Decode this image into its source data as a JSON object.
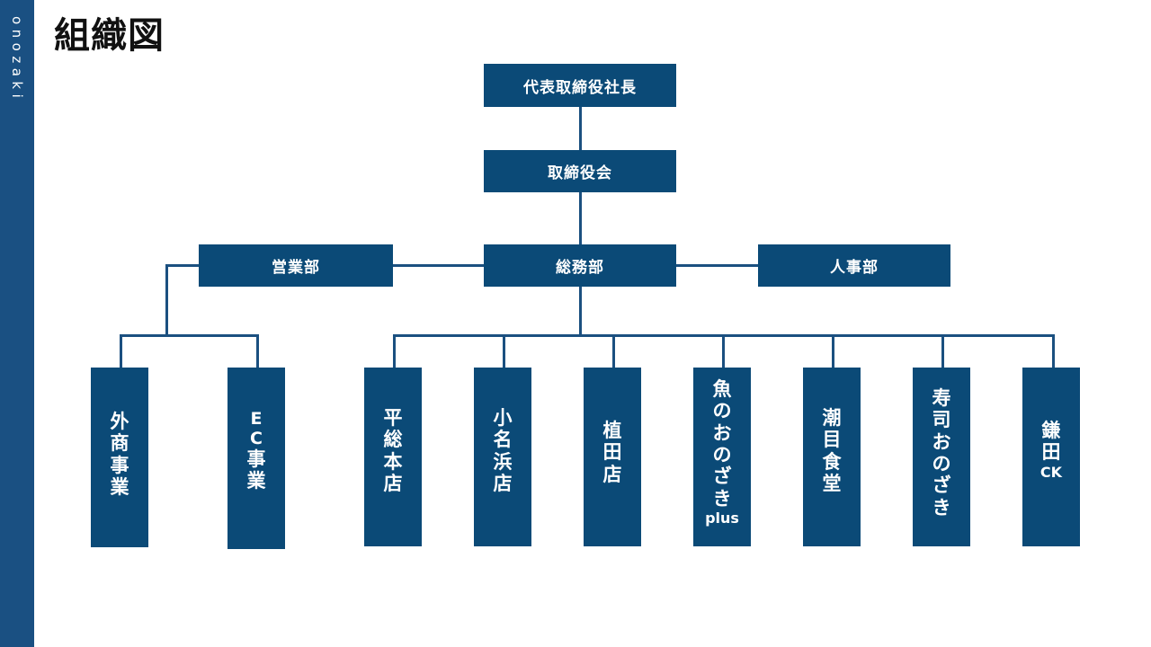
{
  "brand": {
    "rail_text": "onozaki"
  },
  "page": {
    "title": "組織図"
  },
  "colors": {
    "node_fill": "#0b4a77",
    "rail_fill": "#1a5082",
    "connector": "#1b5080",
    "node_text": "#ffffff",
    "title_text": "#111111",
    "background": "#ffffff"
  },
  "chart_data": {
    "type": "diagram",
    "title": "組織図",
    "levels": [
      {
        "level": 1,
        "nodes": [
          "代表取締役社長"
        ]
      },
      {
        "level": 2,
        "nodes": [
          "取締役会"
        ]
      },
      {
        "level": 3,
        "nodes": [
          "営業部",
          "総務部",
          "人事部"
        ]
      },
      {
        "level": 4,
        "nodes": [
          "外商事業",
          "EC事業",
          "平総本店",
          "小名浜店",
          "植田店",
          "魚のおのざきplus",
          "潮目食堂",
          "寿司おのざき",
          "鎌田CK"
        ]
      }
    ],
    "edges": [
      {
        "from": "代表取締役社長",
        "to": "取締役会"
      },
      {
        "from": "取締役会",
        "to": "総務部"
      },
      {
        "from": "総務部",
        "to": "営業部"
      },
      {
        "from": "総務部",
        "to": "人事部"
      },
      {
        "from": "営業部",
        "to": "外商事業"
      },
      {
        "from": "営業部",
        "to": "EC事業"
      },
      {
        "from": "総務部",
        "to": "平総本店"
      },
      {
        "from": "総務部",
        "to": "小名浜店"
      },
      {
        "from": "総務部",
        "to": "植田店"
      },
      {
        "from": "総務部",
        "to": "魚のおのざきplus"
      },
      {
        "from": "総務部",
        "to": "潮目食堂"
      },
      {
        "from": "総務部",
        "to": "寿司おのざき"
      },
      {
        "from": "総務部",
        "to": "鎌田CK"
      }
    ]
  },
  "nodes": {
    "ceo": {
      "label": "代表取締役社長"
    },
    "board": {
      "label": "取締役会"
    },
    "sales_dept": {
      "label": "営業部"
    },
    "general_affairs_dept": {
      "label": "総務部"
    },
    "hr_dept": {
      "label": "人事部"
    },
    "wholesale": {
      "chars": [
        "外",
        "商",
        "事",
        "業"
      ]
    },
    "ec": {
      "chars": [
        "E",
        "C",
        "事",
        "業"
      ],
      "latin_count": 2
    },
    "taira_main": {
      "chars": [
        "平",
        "総",
        "本",
        "店"
      ]
    },
    "onahama": {
      "chars": [
        "小",
        "名",
        "浜",
        "店"
      ]
    },
    "ueda": {
      "chars": [
        "植",
        "田",
        "店"
      ]
    },
    "uo_onozaki_plus": {
      "chars": [
        "魚",
        "の",
        "お",
        "の",
        "ざ",
        "き"
      ],
      "tail": "plus"
    },
    "shiome": {
      "chars": [
        "潮",
        "目",
        "食",
        "堂"
      ]
    },
    "sushi_onozaki": {
      "chars": [
        "寿",
        "司",
        "お",
        "の",
        "ざ",
        "き"
      ]
    },
    "kamata_ck": {
      "chars": [
        "鎌",
        "田"
      ],
      "tail": "CK"
    }
  }
}
